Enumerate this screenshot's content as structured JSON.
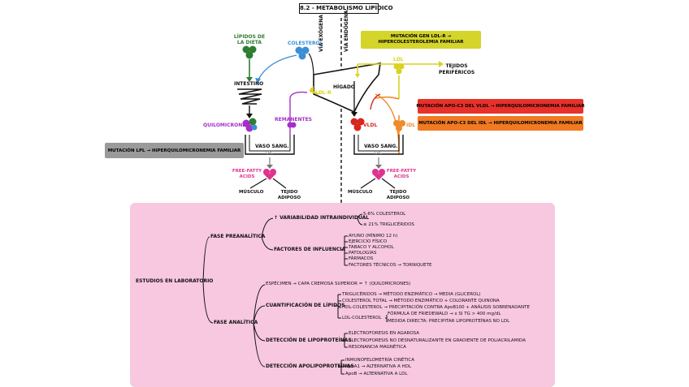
{
  "title": "8.2 - METABOLISMO LIPÍDICO",
  "top": {
    "via_exogena": "VÍA EXÓGENA",
    "via_endogena": "VÍA ENDÓGENA",
    "lipidos_dieta": "LÍPIDOS DE LA DIETA",
    "colesterol": "COLESTEROL",
    "intestino": "INTESTINO",
    "quilomicrones": "QUILOMICRONES",
    "remanentes": "REMANENTES",
    "ldl_r": "LDL-R",
    "higado": "HÍGADO",
    "ldl": "LDL",
    "tejidos": "TEJIDOS PERIFÉRICOS",
    "vldl": "VLDL",
    "idl": "IDL",
    "vaso_left": "VASO SANG.",
    "vaso_right": "VASO SANG.",
    "lpl_left": "LPL",
    "lpl_right": "LPL",
    "ffa_left": "FREE-FATTY ACIDS",
    "ffa_right": "FREE-FATTY ACIDS",
    "musculo_left": "MÚSCULO",
    "adiposo_left": "TEJIDO ADIPOSO",
    "musculo_right": "MÚSCULO",
    "adiposo_right": "TEJIDO ADIPOSO"
  },
  "boxes": {
    "ldlr": "MUTACIÓN GEN LDL-R → HIPERCOLESTEROLEMIA FAMILIAR",
    "apo_vldl": "MUTACIÓN APO-C3 DEL VLDL → HIPERQUILOMICRONEMIA FAMILIAR",
    "apo_idl": "MUTACIÓN APO-C3 DEL IDL → HIPERQUILOMICRONEMIA FAMILIAR",
    "lpl": "MUTACIÓN LPL → HIPERQUILOMICRONEMIA FAMILIAR"
  },
  "tree": {
    "root": "ESTUDIOS EN LABORATORIO",
    "pre": "FASE PREANALÍTICA",
    "variabilidad": "↑ VARIABILIDAD INTRAINDIVIDUAL",
    "var_items": [
      "5-6% COLESTEROL",
      "≥ 21% TRIGLICÉRIDOS"
    ],
    "factores": "FACTORES DE INFLUENCIA",
    "fac_items": [
      "AYUNO (MÍNIMO 12 h)",
      "EJERCICIO FÍSICO",
      "TABACO Y ALCOHOL",
      "PATOLOGÍAS",
      "FÁRMACOS",
      "FACTORES TÉCNICOS → TORNIQUETE"
    ],
    "analitica": "FASE ANALÍTICA",
    "especimen": "ESPÉCIMEN → CAPA CREMOSA SUPERIOR = ↑ (QUILOMICRONES)",
    "cuant": "CUANTIFICACIÓN DE LÍPIDOS",
    "cuant_items": [
      "TRIGLICÉRIDOS → MÉTODO ENZIMÁTICO → MEDIA (GLICEROL)",
      "COLESTEROL TOTAL → MÉTODO ENZIMÁTICO + COLORANTE QUINONA",
      "HDL-COLESTEROL → PRECIPITACIÓN CONTRA ApoB100 + ANÁLISIS SOBRENADANTE",
      "LDL-COLESTEROL",
      "FÓRMULA DE FRIEDEWALD → x SI TG > 400 mg/dL",
      "MEDIDA DIRECTA: PRECIPITAR LIPOPROTEÍNAS NO LDL"
    ],
    "det_lipo": "DETECCIÓN DE LIPOPROTEÍNAS",
    "lipo_items": [
      "ELECTROFORESIS EN AGAROSA",
      "ELECTROFORESIS NO DESNATURALIZANTE EN GRADIENTE DE POLIACRILAMIDA",
      "RESONANCIA MAGNÉTICA"
    ],
    "det_apo": "DETECCIÓN APOLIPOPROTEÍNAS",
    "apo_items": [
      "INMUNOFELOMETRÍA CINÉTICA",
      "ApoA1 → ALTERNATIVA A HDL",
      "ApoB → ALTERNATIVA A LDL"
    ]
  },
  "colors": {
    "pink_panel": "#f8c8e0",
    "yellow_box": "#d4d42a",
    "red_box": "#e8312a",
    "orange_box": "#f07a22",
    "gray_box": "#9a9a9a",
    "green": "#2e7d32",
    "blue": "#3b8fd6",
    "purple": "#a52fc9",
    "magenta": "#e0338f",
    "red": "#d7261e",
    "orange": "#f08a2a",
    "yellow": "#d9d21f"
  }
}
